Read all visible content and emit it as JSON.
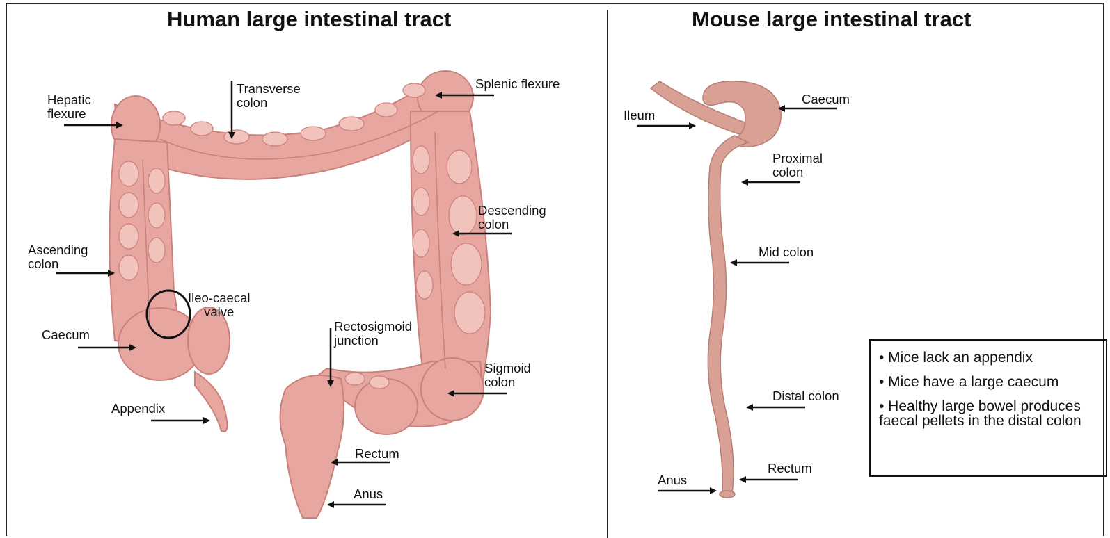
{
  "human": {
    "title": "Human  large intestinal tract",
    "labels": {
      "hepatic_flexure": "Hepatic\nflexure",
      "transverse_colon": "Transverse\ncolon",
      "splenic_flexure": "Splenic flexure",
      "descending_colon": "Descending\ncolon",
      "ascending_colon": "Ascending\ncolon",
      "ileo_caecal_valve": "Ileo-caecal\nvalve",
      "caecum": "Caecum",
      "appendix": "Appendix",
      "rectosigmoid_junction": "Rectosigmoid\njunction",
      "sigmoid_colon": "Sigmoid\ncolon",
      "rectum": "Rectum",
      "anus": "Anus"
    }
  },
  "mouse": {
    "title": "Mouse large intestinal tract",
    "labels": {
      "ileum": "Ileum",
      "caecum": "Caecum",
      "proximal_colon": "Proximal\ncolon",
      "mid_colon": "Mid colon",
      "distal_colon": "Distal colon",
      "rectum": "Rectum",
      "anus": "Anus"
    }
  },
  "notes": [
    "• Mice lack an appendix",
    "• Mice have a large caecum",
    "• Healthy large bowel produces faecal pellets in the distal colon"
  ],
  "colors": {
    "tissue": "#e8a6a1",
    "tissue_dark": "#c9817c",
    "tissue_light": "#f2c2bd",
    "mouse_tissue": "#d9a095",
    "line": "#111111"
  }
}
